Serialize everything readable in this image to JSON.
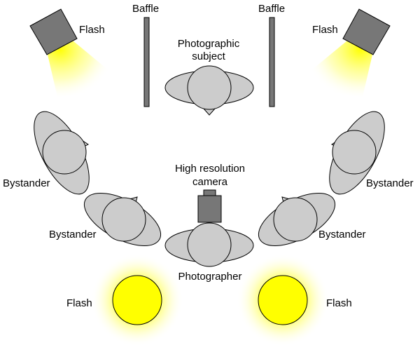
{
  "labels": {
    "baffle_left": "Baffle",
    "baffle_right": "Baffle",
    "subject_line1": "Photographic",
    "subject_line2": "subject",
    "flash_top_left": "Flash",
    "flash_top_right": "Flash",
    "camera_line1": "High resolution",
    "camera_line2": "camera",
    "bystander_upper_left": "Bystander",
    "bystander_lower_left": "Bystander",
    "bystander_upper_right": "Bystander",
    "bystander_lower_right": "Bystander",
    "photographer": "Photographer",
    "flash_bottom_left": "Flash",
    "flash_bottom_right": "Flash"
  },
  "colors": {
    "flash_light": "#ffff00",
    "person_fill": "#cccccc",
    "equipment_fill": "#777777",
    "outline": "#000000"
  }
}
